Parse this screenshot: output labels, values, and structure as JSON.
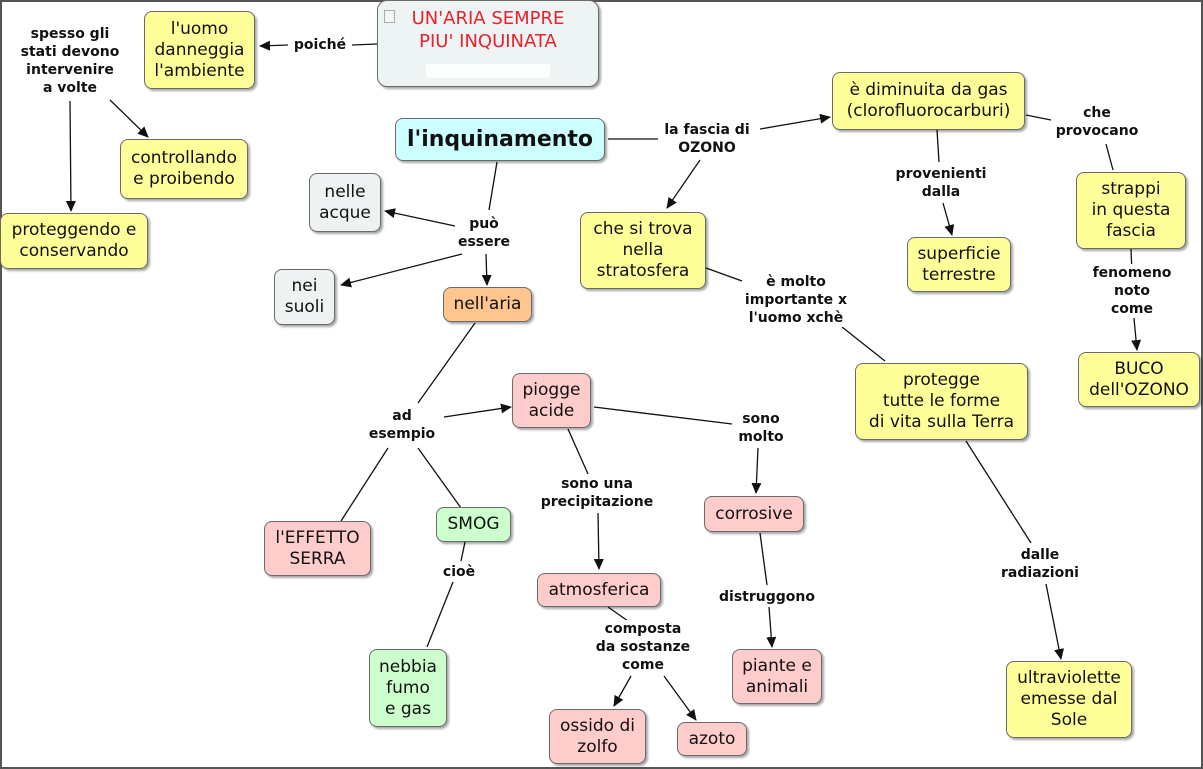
{
  "nodes": {
    "title": "UN'ARIA SEMPRE\nPIU' INQUINATA",
    "inquinamento": "l'inquinamento",
    "uomo": "l'uomo\ndanneggia\nl'ambiente",
    "controllando": "controllando\ne proibendo",
    "proteggendo": "proteggendo e\nconservando",
    "acque": "nelle\nacque",
    "suoli": "nei\nsuoli",
    "aria": "nell'aria",
    "piogge": "piogge\nacide",
    "effetto_serra": "l'EFFETTO\nSERRA",
    "smog": "SMOG",
    "nebbia": "nebbia\nfumo\ne gas",
    "atmosferica": "atmosferica",
    "zolfo": "ossido di\nzolfo",
    "azoto": "azoto",
    "corrosive": "corrosive",
    "piante": "piante e\nanimali",
    "stratosfera": "che si trova\nnella\nstratosfera",
    "gas": "è diminuita da gas\n(clorofluorocarburi)",
    "superficie": "superficie\nterrestre",
    "strappi": "strappi\nin questa\nfascia",
    "buco": "BUCO\ndell'OZONO",
    "protegge": "protegge\ntutte le forme\ndi vita sulla Terra",
    "ultraviolette": "ultraviolette\nemesse dal\nSole"
  },
  "links": {
    "poiche": "poiché",
    "spesso": "spesso gli\nstati devono\nintervenire\na volte",
    "puo_essere": "può\nessere",
    "ad_esempio": "ad\nesempio",
    "cioe": "cioè",
    "precipitazione": "sono una\nprecipitazione",
    "composta": "composta\nda sostanze\ncome",
    "molto": "sono\nmolto",
    "distruggono": "distruggono",
    "fascia_ozono": "la fascia di\nOZONO",
    "provenienti": "provenienti\ndalla",
    "provocano": "che\nprovocano",
    "fenomeno": "fenomeno\nnoto come",
    "importante": "è molto\nimportante x\nl'uomo xchè",
    "radiazioni": "dalle\nradiazioni"
  },
  "colors": {
    "yellow": "#ffff99",
    "pink": "#ffcccc",
    "green": "#ccffcc",
    "grey": "#eef2f3",
    "orange": "#ffc58f",
    "cyan": "#ccffff",
    "title_text": "#e8222a",
    "line": "#111111"
  }
}
